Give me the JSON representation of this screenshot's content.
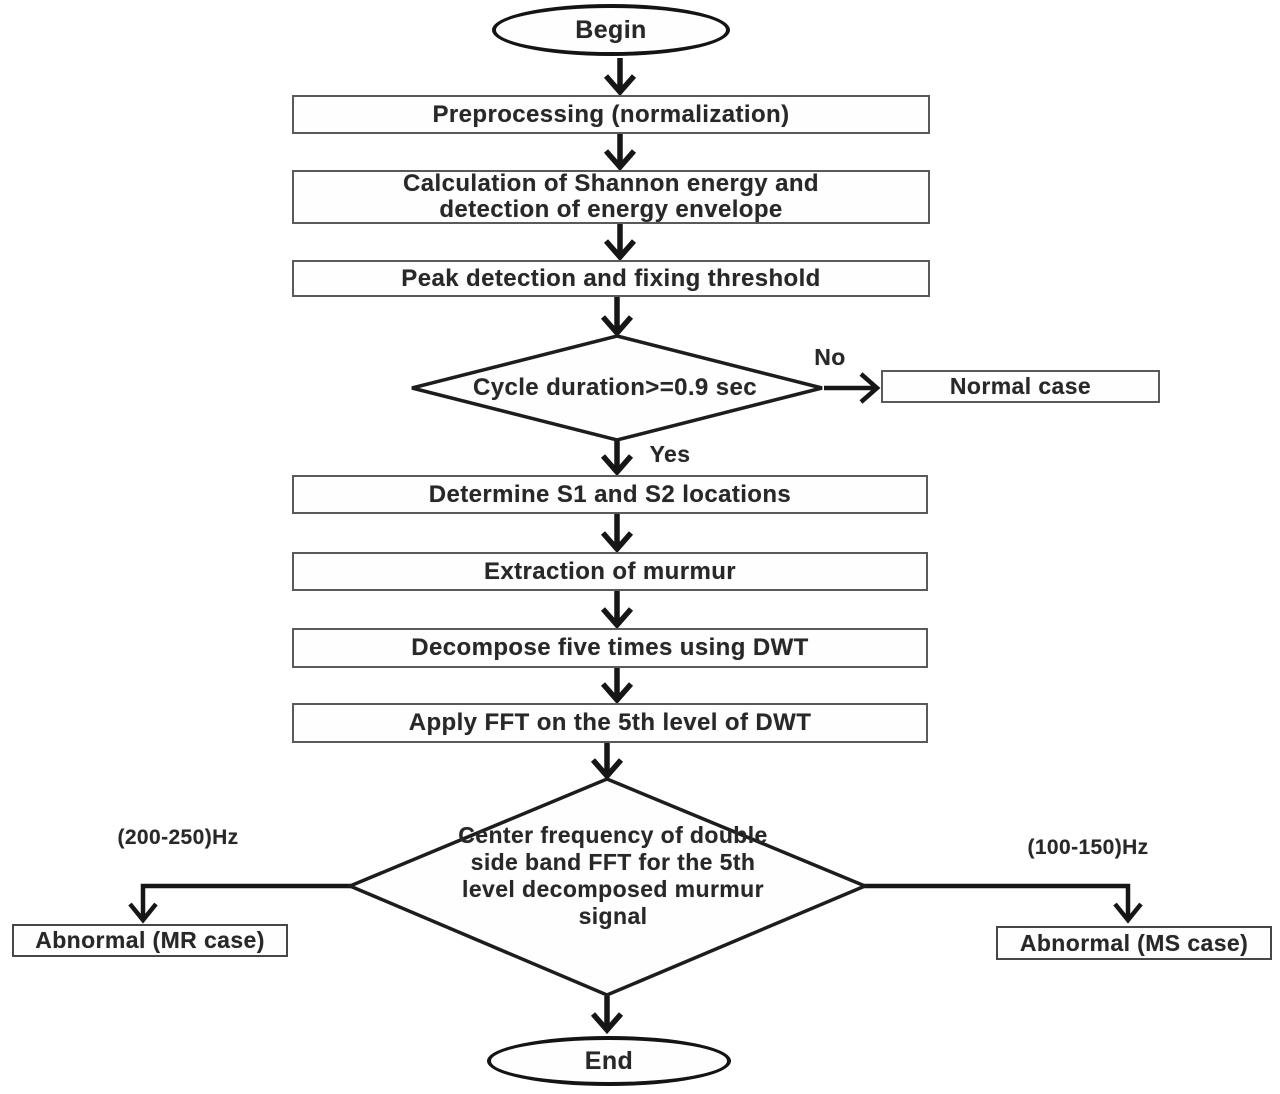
{
  "nodes": {
    "begin": "Begin",
    "preprocessing": "Preprocessing (normalization)",
    "shannon_energy": "Calculation of Shannon energy and detection of energy envelope",
    "peak_detection": "Peak detection and fixing threshold",
    "cycle_decision": "Cycle duration>=0.9 sec",
    "normal_case": "Normal case",
    "s1_s2_locations": "Determine S1 and S2 locations",
    "extraction_murmur": "Extraction of murmur",
    "decompose_dwt": "Decompose five times using DWT",
    "apply_fft": "Apply FFT on the 5th level of DWT",
    "center_frequency_decision": "Center frequency of double side band FFT for the 5th level decomposed murmur signal",
    "abnormal_mr": "Abnormal (MR case)",
    "abnormal_ms": "Abnormal (MS case)",
    "end": "End"
  },
  "edge_labels": {
    "no": "No",
    "yes": "Yes",
    "mr_branch_hz": "(200-250)Hz",
    "ms_branch_hz": "(100-150)Hz"
  },
  "colors": {
    "line": "#161616",
    "box_border": "#5a5a5a",
    "text": "#282828",
    "background": "#ffffff"
  }
}
